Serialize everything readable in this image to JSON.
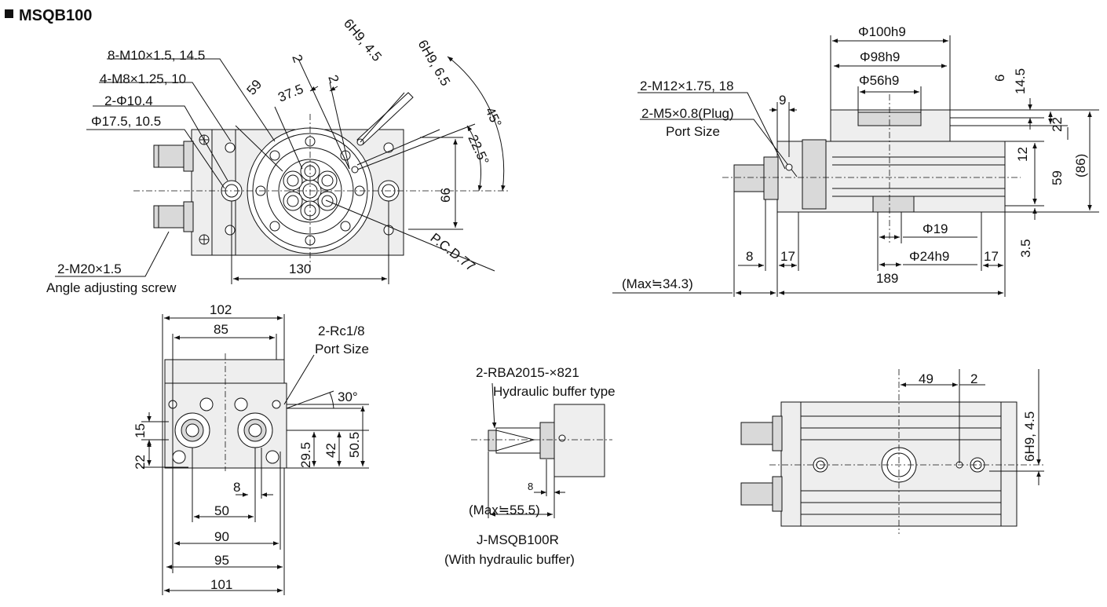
{
  "title": "MSQB100",
  "top_left_view": {
    "labels": {
      "tapped_holes_a": "8-M10×1.5, 14.5",
      "tapped_holes_b": "4-M8×1.25, 10",
      "through_holes": "2-Φ10.4",
      "counterbore": "Φ17.5, 10.5",
      "pin_hole_a": "6H9, 4.5",
      "pin_hole_b": "6H9, 6.5",
      "dim_2a": "2",
      "dim_2b": "2",
      "dim_59": "59",
      "dim_37_5": "37.5",
      "angle_45": "45°",
      "angle_22_5": "22.5°",
      "dim_66": "66",
      "dim_130": "130",
      "pcd": "P.C.D.77",
      "screw": "2-M20×1.5",
      "screw_caption": "Angle adjusting screw"
    }
  },
  "top_right_view": {
    "labels": {
      "phi100": "Φ100h9",
      "phi98": "Φ98h9",
      "phi56": "Φ56h9",
      "port_a": "2-M12×1.75, 18",
      "port_b": "2-M5×0.8(Plug)",
      "port_caption": "Port Size",
      "dim_9": "9",
      "dim_6": "6",
      "dim_14_5": "14.5",
      "dim_22": "22",
      "dim_12": "12",
      "dim_59": "59",
      "dim_86": "(86)",
      "dim_3_5": "3.5",
      "phi19": "Φ19",
      "phi24": "Φ24h9",
      "dim_8": "8",
      "dim_17a": "17",
      "dim_17b": "17",
      "dim_189": "189",
      "max": "(Max≒34.3)"
    }
  },
  "bottom_left_view": {
    "labels": {
      "dim_102": "102",
      "dim_85": "85",
      "port_a": "2-Rc1/8",
      "port_caption": "Port Size",
      "angle_30": "30°",
      "dim_15": "15",
      "dim_22": "22",
      "dim_29_5": "29.5",
      "dim_42": "42",
      "dim_50_5": "50.5",
      "dim_8": "8",
      "dim_50": "50",
      "dim_90": "90",
      "dim_95": "95",
      "dim_101": "101"
    }
  },
  "middle_view": {
    "labels": {
      "buffer_a": "2-RBA2015-×821",
      "buffer_b": "Hydraulic buffer type",
      "dim_8": "8",
      "max": "(Max≒55.5)",
      "model": "J-MSQB100R",
      "model_caption": "(With hydraulic buffer)"
    }
  },
  "bottom_right_view": {
    "labels": {
      "dim_49": "49",
      "dim_2": "2",
      "pin_hole": "6H9, 4.5"
    }
  }
}
